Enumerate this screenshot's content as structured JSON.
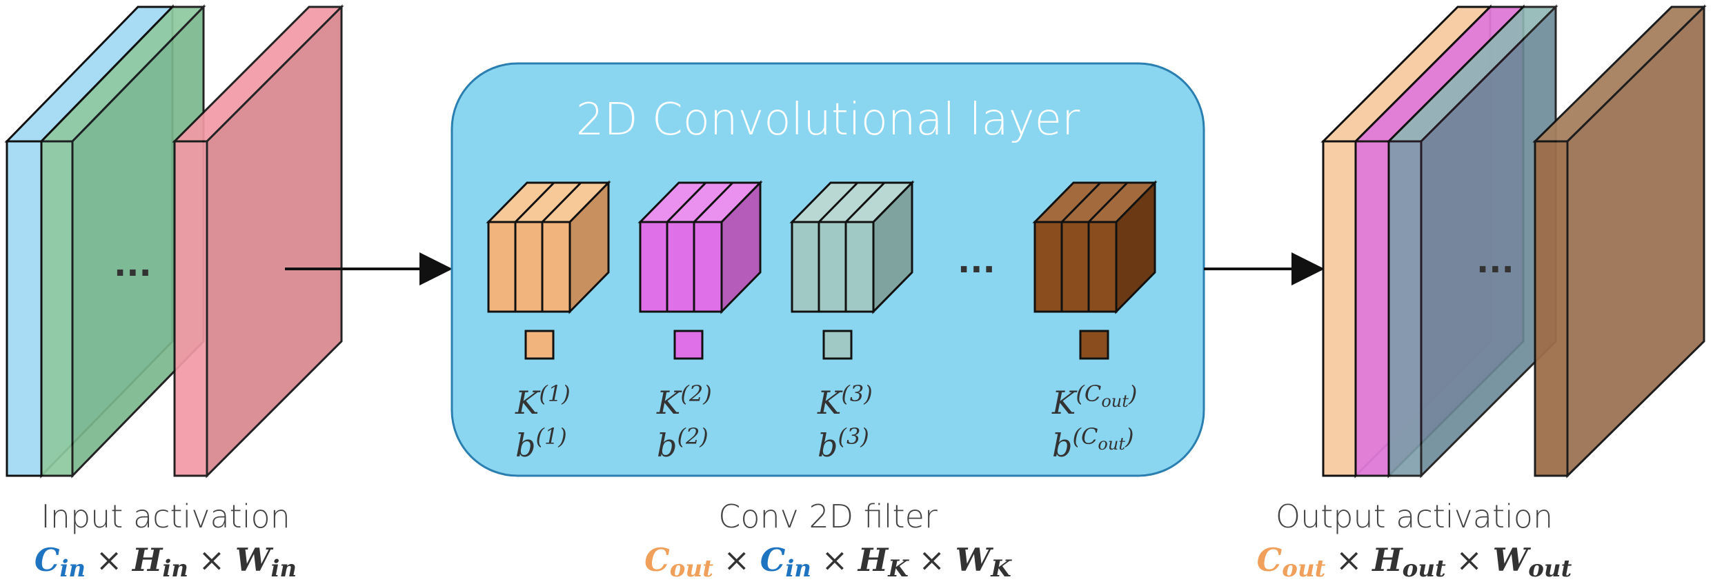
{
  "title": "2D Convolutional layer",
  "ellipsis": "...",
  "colors": {
    "layer_box": "#8ad6f0",
    "input_ch1": "#a8dcf5",
    "input_ch2": "#8ec9a0",
    "input_ch3": "#f29aa6",
    "filter1": "#f2b47d",
    "filter2": "#e070e8",
    "filter3": "#a0c8c4",
    "filter_last": "#8a4d1e",
    "blue": "#1f74c2",
    "orange": "#f0a05a"
  },
  "captions": {
    "input": "Input activation",
    "conv": "Conv 2D filter",
    "output": "Output activation"
  },
  "formulas": {
    "input": {
      "c": "C",
      "c_sub": "in",
      "times1": " × ",
      "h": "H",
      "h_sub": "in",
      "times2": " × ",
      "w": "W",
      "w_sub": "in"
    },
    "conv": {
      "c1": "C",
      "c1_sub": "out",
      "times1": " × ",
      "c2": "C",
      "c2_sub": "in",
      "times2": " × ",
      "h": "H",
      "h_sub": "K",
      "times3": " × ",
      "w": "W",
      "w_sub": "K"
    },
    "output": {
      "c": "C",
      "c_sub": "out",
      "times1": " × ",
      "h": "H",
      "h_sub": "out",
      "times2": " × ",
      "w": "W",
      "w_sub": "out"
    }
  },
  "filters": [
    {
      "k": "K",
      "b": "b",
      "idx": "(1)"
    },
    {
      "k": "K",
      "b": "b",
      "idx": "(2)"
    },
    {
      "k": "K",
      "b": "b",
      "idx": "(3)"
    },
    {
      "k": "K",
      "b": "b",
      "idx_open": "(",
      "idx_c": "C",
      "idx_sub": "out",
      "idx_close": ")"
    }
  ]
}
